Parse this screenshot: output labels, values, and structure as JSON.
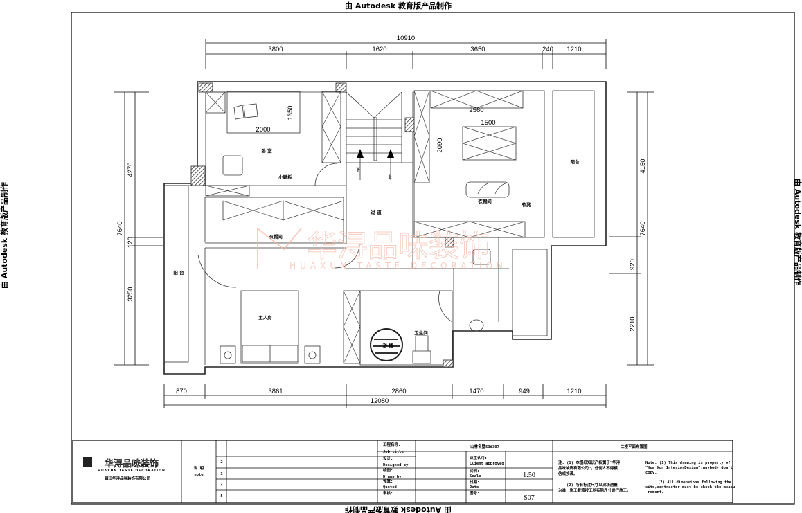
{
  "watermark": "由 Autodesk 教育版产品制作",
  "logo": {
    "brand_cn": "华浔品味装饰",
    "brand_en": "HUAXUN TASTE DECORATION",
    "company": "镇江华浔品味装饰有限公司",
    "color": "#f4b9a8"
  },
  "dimensions": {
    "top_total": "10910",
    "top": [
      "3800",
      "1620",
      "3650",
      "240",
      "1210"
    ],
    "bottom": [
      "870",
      "3861",
      "2860",
      "1470",
      "949",
      "1210"
    ],
    "bottom_total": "12080",
    "left_total": "7640",
    "left": [
      "4270",
      "120",
      "3250"
    ],
    "right_total": "7640",
    "right": [
      "4150",
      "920",
      "2210"
    ],
    "inner": {
      "bed_w": "2000",
      "bed_h": "1350",
      "closet_w": "2560",
      "closet_h": "2090",
      "island_w": "1500"
    }
  },
  "rooms": {
    "bedroom": "卧 室",
    "step": "小踏板",
    "cloakroom_left": "衣帽间",
    "corridor": "过 道",
    "down": "下",
    "up": "上",
    "cloakroom_right": "衣帽间",
    "stool": "软凳",
    "balcony_right": "阳台",
    "balcony_left": "阳 台",
    "master": "主人房",
    "tub": "浴 桶",
    "bathroom": "卫生间"
  },
  "title_block": {
    "note_cn": "说 明",
    "note_en": "note",
    "rows": [
      "2",
      "3",
      "4",
      "5"
    ],
    "job_title_cn": "工程名称:",
    "job_title_en": "Job title",
    "job_value": "山林名墅53#307",
    "designed_cn": "设计:",
    "designed_en": "Designed by",
    "drawn_cn": "绘图:",
    "drawn_en": "Drawn by",
    "quoted_cn": "预算:",
    "quoted_en": "Quoted",
    "check_cn": "审核:",
    "client_cn": "业主认可:",
    "client_en": "Client approved",
    "scale_cn": "比例:",
    "scale_en": "Scale",
    "scale_value": "1:50",
    "date_cn": "日期:",
    "date_en": "Date",
    "no_cn": "图号:",
    "no_value": "S07",
    "drawing_title": "二楼平面布置图",
    "note1_cn_a": "注: (1) 本图纸知识产权属于“华浔",
    "note1_cn_b": "品味装饰有限公司”，任何人不得模",
    "note1_cn_c": "仿或抄袭。",
    "note2_cn_a": "(2) 所有标注尺寸以现场测量",
    "note2_cn_b": "为准，施工者须按工地实际尺寸进行施工。",
    "note1_en_a": "Note:  (1) This drawing is property of",
    "note1_en_b": "\"Hua Xun InteriorDesign\",anybody don't",
    "note1_en_c": "copy.",
    "note2_en_a": "(2) All dimensions following the",
    "note2_en_b": "site,contractor must be check the measu",
    "note2_en_c": "-rement."
  }
}
